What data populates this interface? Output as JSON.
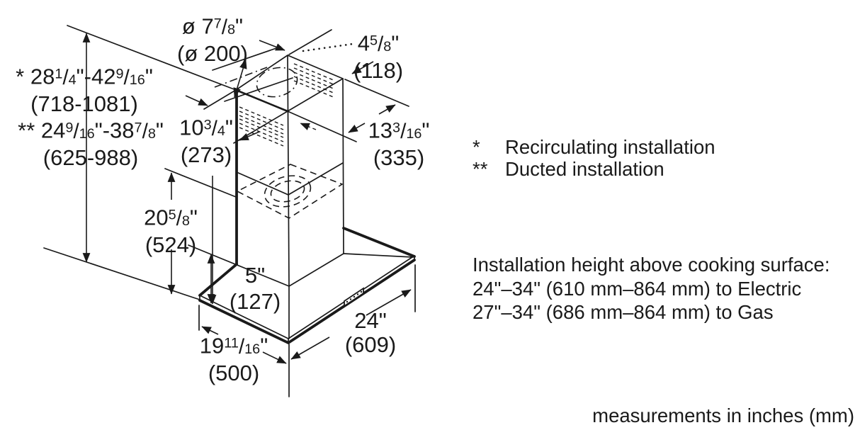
{
  "page": {
    "background": "#ffffff",
    "ink": "#1a1a1a"
  },
  "diagram": {
    "dimensions": {
      "duct_diameter": {
        "inch": [
          {
            "t": "ø 7"
          },
          {
            "f": [
              "7",
              "8"
            ]
          },
          {
            "t": "\""
          }
        ],
        "mm": "(ø 200)"
      },
      "top_rear_offset": {
        "inch": [
          {
            "t": "4"
          },
          {
            "f": [
              "5",
              "8"
            ]
          },
          {
            "t": "\""
          }
        ],
        "mm": "(118)"
      },
      "recirculating_height": {
        "inch": [
          {
            "t": "* 28"
          },
          {
            "f": [
              "1",
              "4"
            ]
          },
          {
            "t": "\"-42"
          },
          {
            "f": [
              "9",
              "16"
            ]
          },
          {
            "t": "\""
          }
        ],
        "mm": "(718-1081)"
      },
      "ducted_height": {
        "inch": [
          {
            "t": "** 24"
          },
          {
            "f": [
              "9",
              "16"
            ]
          },
          {
            "t": "\"-38"
          },
          {
            "f": [
              "7",
              "8"
            ]
          },
          {
            "t": "\""
          }
        ],
        "mm": "(625-988)"
      },
      "chimney_width": {
        "inch": [
          {
            "t": "10"
          },
          {
            "f": [
              "3",
              "4"
            ]
          },
          {
            "t": "\""
          }
        ],
        "mm": "(273)"
      },
      "chimney_depth": {
        "inch": [
          {
            "t": "13"
          },
          {
            "f": [
              "3",
              "16"
            ]
          },
          {
            "t": "\""
          }
        ],
        "mm": "(335)"
      },
      "chimney_section_height": {
        "inch": [
          {
            "t": "20"
          },
          {
            "f": [
              "5",
              "8"
            ]
          },
          {
            "t": "\""
          }
        ],
        "mm": "(524)"
      },
      "canopy_height": {
        "inch": [
          {
            "t": "5\""
          }
        ],
        "mm": "(127)"
      },
      "base_depth": {
        "inch": [
          {
            "t": "19"
          },
          {
            "f": [
              "11",
              "16"
            ]
          },
          {
            "t": "\""
          }
        ],
        "mm": "(500)"
      },
      "base_width": {
        "inch": [
          {
            "t": "24\""
          }
        ],
        "mm": "(609)"
      }
    },
    "legend": [
      {
        "marker": "*",
        "label": "Recirculating installation"
      },
      {
        "marker": "**",
        "label": "Ducted installation"
      }
    ],
    "installation_note": {
      "title": "Installation height above cooking surface:",
      "lines": [
        "24\"–34\" (610 mm–864 mm) to Electric",
        "27\"–34\" (686 mm–864 mm) to Gas"
      ]
    },
    "footer": "measurements in inches (mm)"
  }
}
